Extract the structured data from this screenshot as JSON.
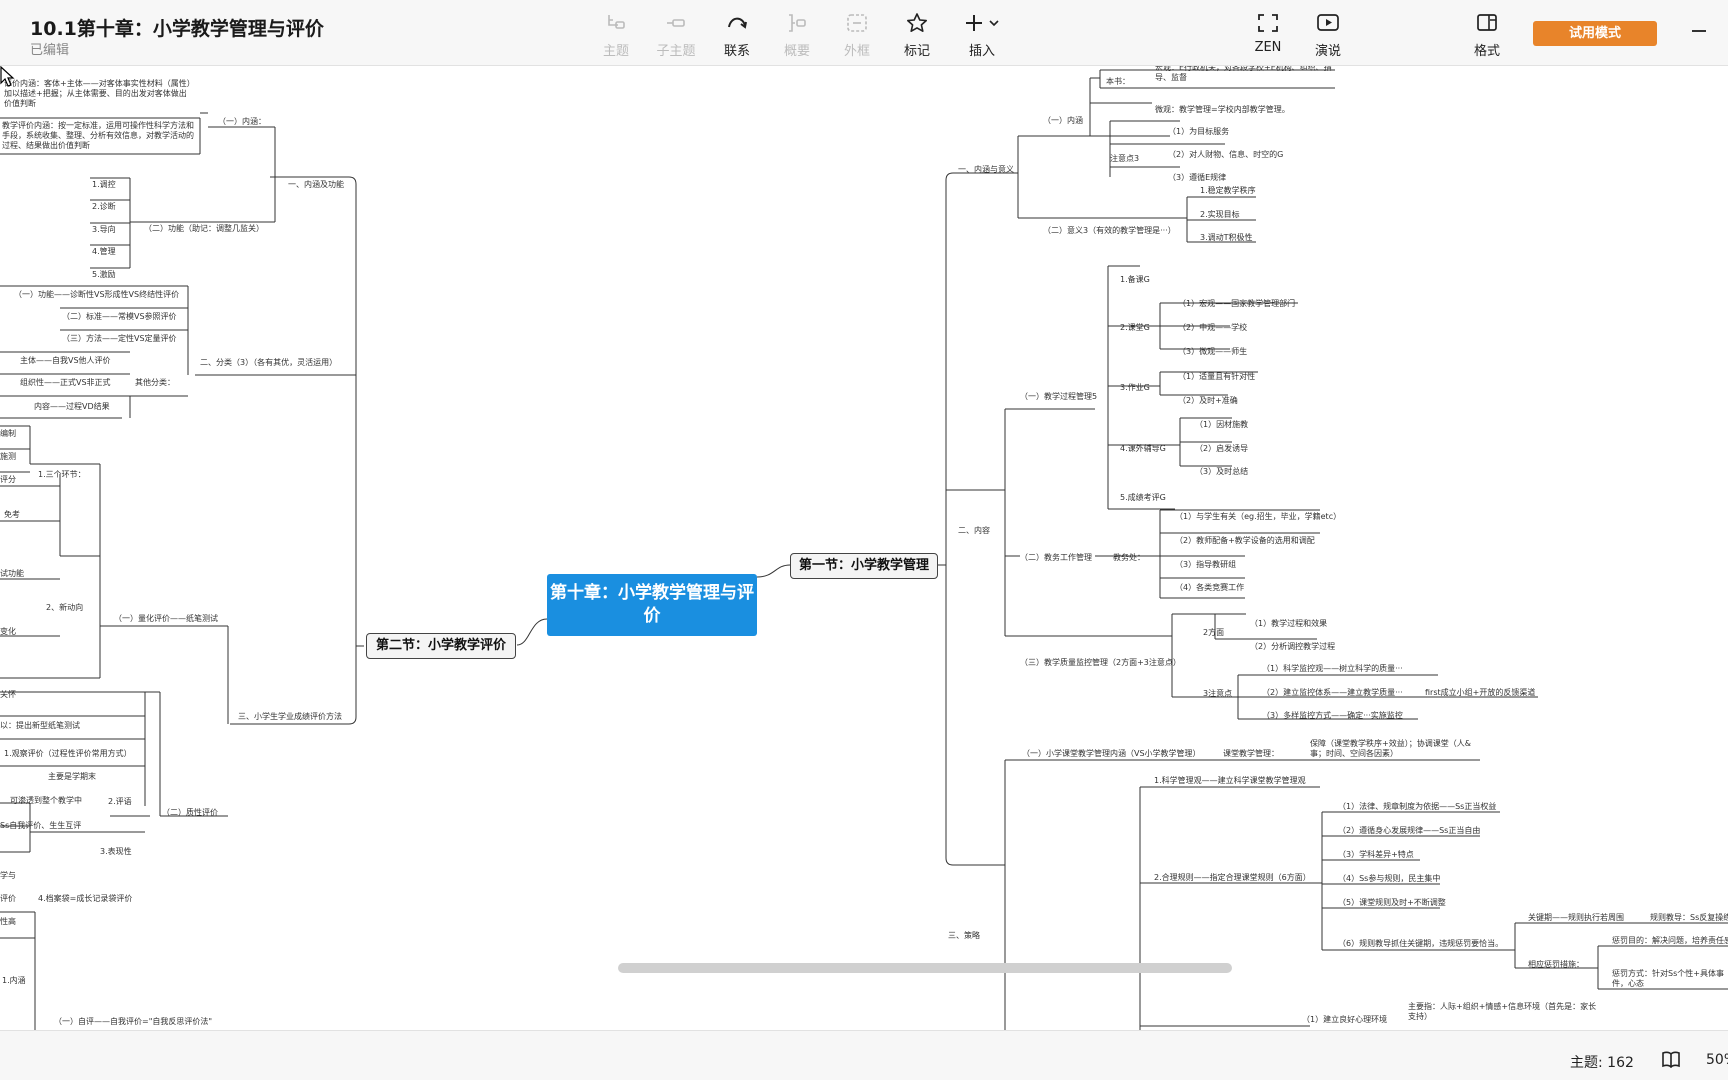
{
  "header": {
    "title": "10.1第十章：小学教学管理与评价",
    "status": "已编辑",
    "tools": {
      "topic": "主题",
      "subtopic": "子主题",
      "relation": "联系",
      "summary": "概要",
      "boundary": "外框",
      "marker": "标记",
      "insert": "插入",
      "zen": "ZEN",
      "present": "演说",
      "format": "格式"
    },
    "trial_button": "试用模式"
  },
  "status_bar": {
    "topic_count": "主题: 162",
    "zoom": "50%"
  },
  "icons": [
    "topic-icon",
    "subtopic-icon",
    "relation-icon",
    "summary-icon",
    "boundary-icon",
    "star-icon",
    "plus-icon",
    "zen-icon",
    "play-icon",
    "format-icon",
    "book-icon",
    "minimize-icon"
  ],
  "colors": {
    "root": "#1a8fe0",
    "trial": "#e8842a"
  },
  "mindmap": {
    "root": "第十章：小学教学管理与评价",
    "s1": {
      "title": "第一节：小学教学管理",
      "b1": "一、内涵与意义",
      "b1a": "（一）内涵",
      "benshu": "本书：",
      "hongguan": "宏观：E行政机关，对各段学校+E机构、组织、指导、监督",
      "weiguan": "微观：教学管理=学校内部教学管理。",
      "zhuyi": "注意点3",
      "z1": "（1）为目标服务",
      "z2": "（2）对人财物、信息、时空的G",
      "z3": "（3）遵循E规律",
      "b1b": "（二）意义3（有效的教学管理是···）",
      "y1": "1.稳定教学秩序",
      "y2": "2.实现目标",
      "y3": "3.调动T积极性",
      "b2": "二、内容",
      "b2a": "（一）教学过程管理5",
      "p1": "1.备课G",
      "p2": "2.课堂G",
      "p2a": "（1）宏观——国家教学管理部门",
      "p2b": "（2）中观——学校",
      "p2c": "（3）微观——师生",
      "p3": "3.作业G",
      "p3a": "（1）适量且有针对性",
      "p3b": "（2）及时+准确",
      "p4": "4.课外辅导G",
      "p4a": "（1）因材施教",
      "p4b": "（2）启发诱导",
      "p4c": "（3）及时总结",
      "p5": "5.成绩考评G",
      "b2b": "（二）教务工作管理",
      "jiaowu": "教务处：",
      "j1": "（1）与学生有关（eg.招生，毕业，学籍etc）",
      "j2": "（2）教师配备+教学设备的选用和调配",
      "j3": "（3）指导教研组",
      "j4": "（4）各类竞赛工作",
      "b2c": "（三）教学质量监控管理（2方面+3注意点）",
      "fm": "2方面",
      "fm1": "（1）教学过程和效果",
      "fm2": "（2）分析调控教学过程",
      "zy": "3注意点",
      "zy1": "（1）科学监控观——树立科学的质量···",
      "zy2": "（2）建立监控体系——建立教学质量···",
      "zy2a": "first成立小组+开放的反馈渠道",
      "zy3": "（3）多样监控方式——确定···实施监控",
      "b3": "三、策略",
      "b3a": "（一）小学课堂教学管理内涵（VS小学教学管理）",
      "ketang": "课堂教学管理：",
      "ketang_v": "保障（课堂教学秩序+效益）；协调课堂（人&事；时间、空间各因素）",
      "c1": "1.科学管理观——建立科学课堂教学管理观",
      "c2": "2.合理规则——指定合理课堂规则（6方面）",
      "r1": "（1）法律、规章制度为依据——Ss正当权益",
      "r2": "（2）遵循身心发展规律——Ss正当自由",
      "r3": "（3）学科差异+特点",
      "r4": "（4）Ss参与规则，民主集中",
      "r5": "（5）课堂规则及时+不断调整",
      "r6": "（6）规则教导抓住关键期，违规惩罚要恰当。",
      "gj": "关键期——规则执行若周围",
      "gj2": "规则教导：Ss反复操练",
      "cf": "相应惩罚措施：",
      "cf1": "惩罚目的：解决问题，培养责任感",
      "cf2": "惩罚方式：针对Ss个性+具体事件，心态",
      "hj": "（1）建立良好心理环境",
      "hj2": "主要指：人际+组织+情感+信息环境（首先是：家长支持）"
    },
    "s2": {
      "title": "第二节：小学教学评价",
      "top1": "评价内涵：客体+主体——对客体事实性材料（属性）加以描述+把握；从主体需要、目的出发对客体做出价值判断",
      "top2": "教学评价内涵：按一定标准，运用可操作性科学方法和手段，系统收集、整理、分析有效信息，对教学活动的过程、结果做出价值判断",
      "neihan": "（一）内涵：",
      "a1": "一、内涵及功能",
      "g1": "1.调控",
      "g2": "2.诊断",
      "g3": "3.导向",
      "g4": "4.管理",
      "g5": "5.激励",
      "gn": "（二）功能（助记：调整几监关）",
      "f1": "（一）功能——诊断性VS形成性VS终结性评价",
      "f2": "（二）标准——常模VS参照评价",
      "f3": "（三）方法——定性VS定量评价",
      "f4": "主体——自我VS他人评价",
      "f5": "组织性——正式VS非正式",
      "f6": "内容——过程VD结果",
      "qita": "其他分类：",
      "a2": "二、分类（3）（各有其优，灵活运用）",
      "l1": "编制",
      "l2": "施测",
      "l3": "评分",
      "l4": "1.三个环节：",
      "l5": "免考",
      "l6": "试功能",
      "l7": "变化",
      "l8": "2、新动向",
      "l9": "关怀",
      "l10": "以：提出新型纸笔测试",
      "lh": "（一）量化评价——纸笔测试",
      "a3": "三、小学生学业成绩评价方法",
      "q1": "1.观察评价（过程性评价常用方式）",
      "q2": "主要是学期末",
      "q3": "可渗透到整个教学中",
      "q4": "Ss自我评价、生生互评",
      "q5": "2.评语",
      "q6": "3.表现性",
      "q7": "学与",
      "q8": "评价",
      "q9": "性高",
      "q10": "4.档案袋=成长记录袋评价",
      "qx": "（二）质性评价",
      "w1": "1.内涵",
      "w2": "（一）自评——自我评价=\"自我反思评价法\""
    }
  }
}
